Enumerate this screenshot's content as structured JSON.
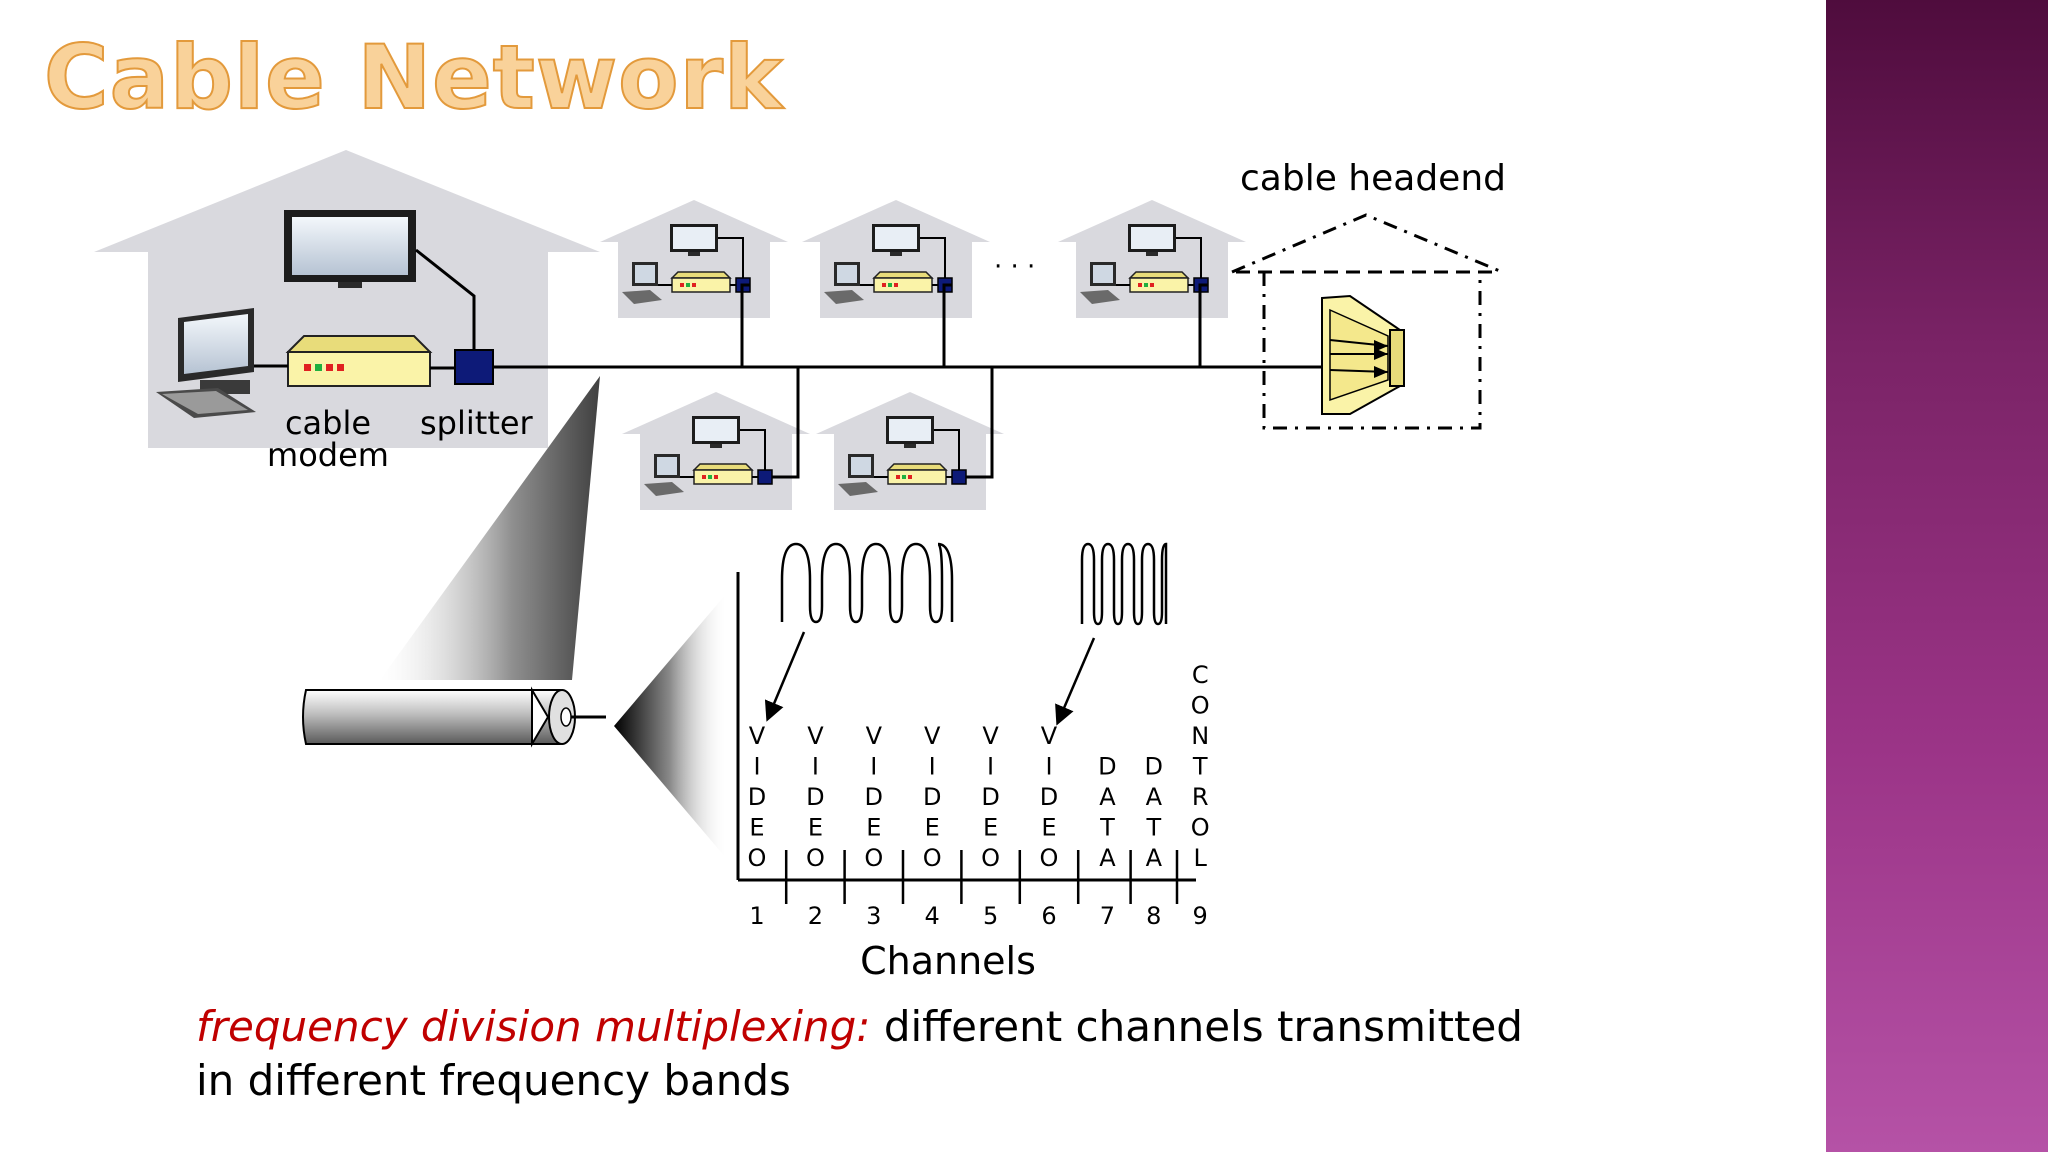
{
  "slide": {
    "title": "Cable Network",
    "headend_label": "cable headend",
    "modem_label_line1": "cable",
    "modem_label_line2": "modem",
    "splitter_label": "splitter",
    "ellipsis": "· · ·",
    "axis_label": "Channels",
    "caption_em": "frequency division multiplexing:",
    "caption_rest": " different channels transmitted",
    "caption_line2": "in different frequency bands"
  },
  "channels": [
    {
      "number": "1",
      "label": "VIDEO"
    },
    {
      "number": "2",
      "label": "VIDEO"
    },
    {
      "number": "3",
      "label": "VIDEO"
    },
    {
      "number": "4",
      "label": "VIDEO"
    },
    {
      "number": "5",
      "label": "VIDEO"
    },
    {
      "number": "6",
      "label": "VIDEO"
    },
    {
      "number": "7",
      "label": "DATA"
    },
    {
      "number": "8",
      "label": "DATA"
    },
    {
      "number": "9",
      "label": "CONTROL"
    }
  ],
  "colors": {
    "accent_title": "#f9d29a",
    "caption_em": "#c00000",
    "house_fill": "#d9d9de",
    "modem_fill": "#faf3a8",
    "splitter_fill": "#0d1a78",
    "sidebar": "#8b2a7a"
  }
}
